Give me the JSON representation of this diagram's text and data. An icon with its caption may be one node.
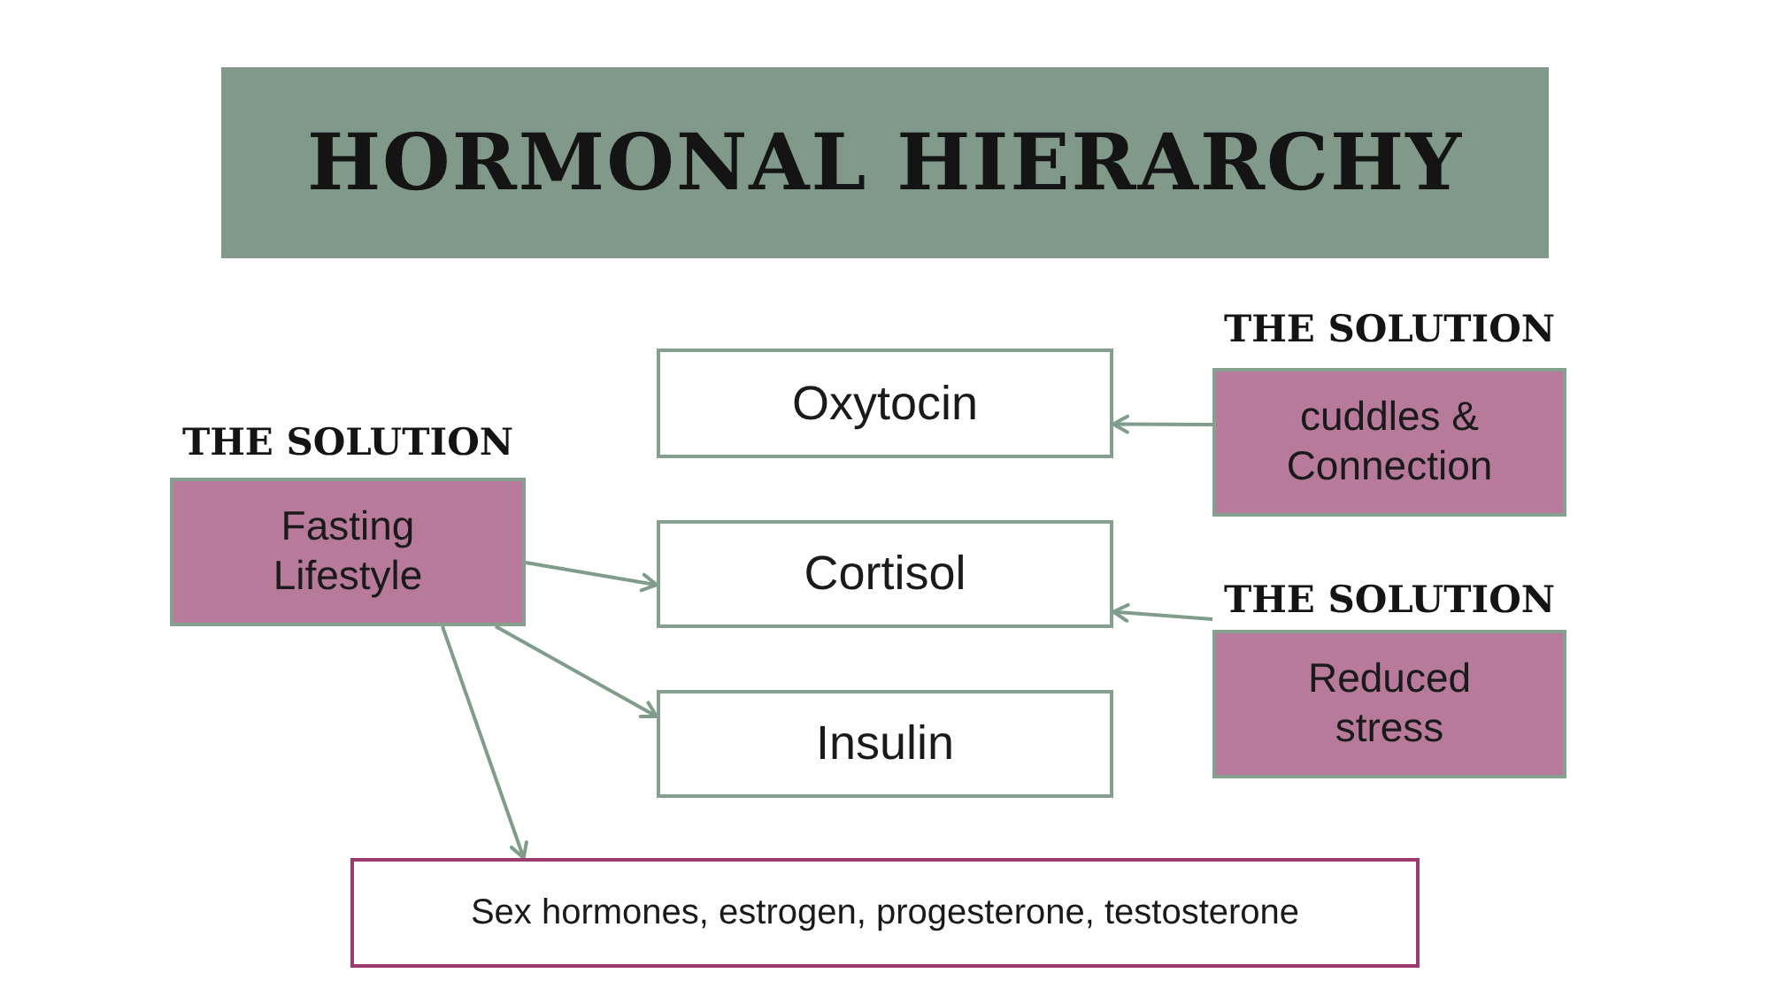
{
  "diagram": {
    "title": "HORMONAL HIERARCHY",
    "nodes": [
      {
        "text": [
          "THE SOLUTION",
          "Fasting Lifestyle"
        ]
      },
      {
        "text": [
          "Oxytocin"
        ]
      },
      {
        "text": [
          "Cortisol"
        ]
      },
      {
        "text": [
          "Insulin"
        ]
      },
      {
        "text": [
          "THE SOLUTION",
          "cuddles & Connection"
        ]
      },
      {
        "text": [
          "THE SOLUTION",
          "Reduced stress"
        ]
      },
      {
        "text": [
          "Sex hormones, estrogen, progesterone, testosterone"
        ]
      }
    ],
    "edges": [
      {
        "from": 0,
        "to": 2,
        "arrow": "to"
      },
      {
        "from": 0,
        "to": 3,
        "arrow": "to"
      },
      {
        "from": 0,
        "to": 6,
        "arrow": "to"
      },
      {
        "from": 4,
        "to": 1,
        "arrow": "to"
      },
      {
        "from": 5,
        "to": 2,
        "arrow": "to"
      }
    ]
  }
}
